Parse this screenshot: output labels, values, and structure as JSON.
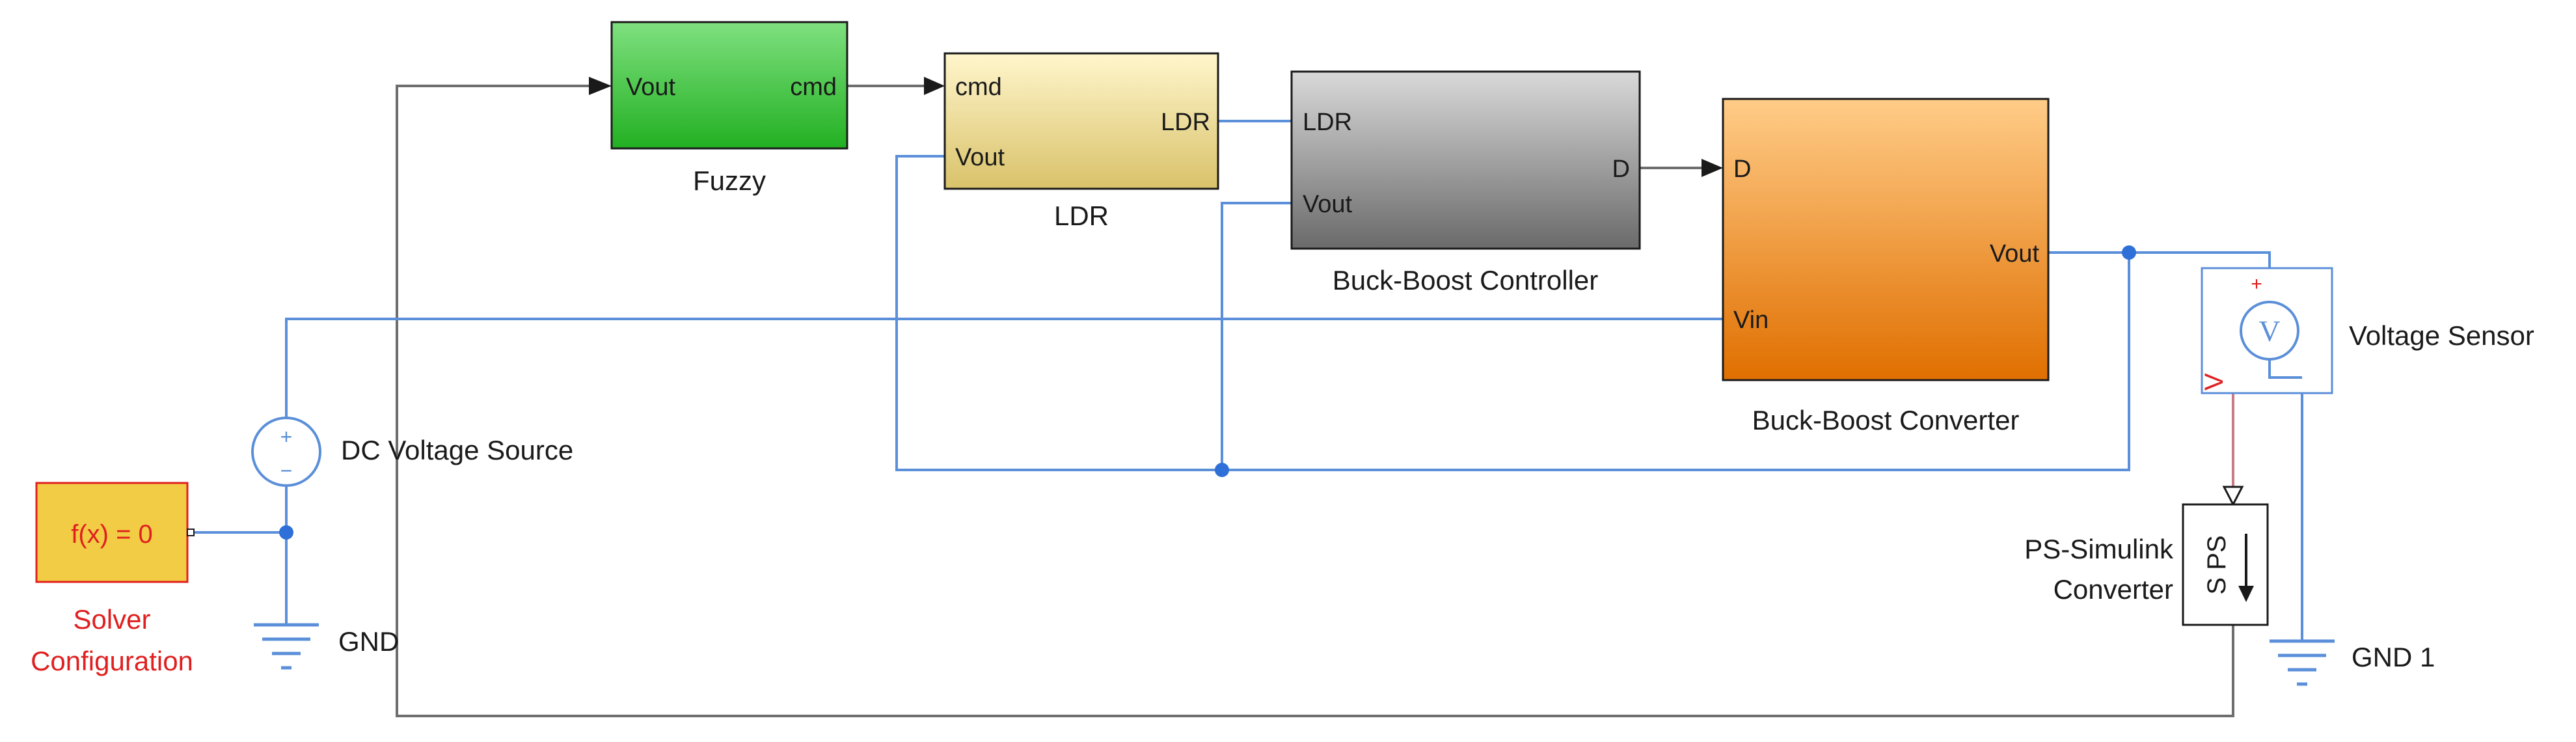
{
  "blocks": {
    "fuzzy": {
      "label": "Fuzzy",
      "in_port": "Vout",
      "out_port": "cmd"
    },
    "ldr": {
      "label": "LDR",
      "in_ports": [
        "cmd",
        "Vout"
      ],
      "out_port": "LDR"
    },
    "controller": {
      "label": "Buck-Boost Controller",
      "in_ports": [
        "LDR",
        "Vout"
      ],
      "out_port": "D"
    },
    "converter": {
      "label": "Buck-Boost Converter",
      "in_ports": [
        "D",
        "Vin"
      ],
      "out_port": "Vout"
    },
    "voltage_sensor": {
      "label": "Voltage Sensor",
      "glyph": "V",
      "port_v": "V"
    },
    "ps_simulink": {
      "label_line1": "PS-Simulink",
      "label_line2": "Converter",
      "glyph": "S PS"
    },
    "dc_source": {
      "label": "DC Voltage Source",
      "plus": "+",
      "minus": "−"
    },
    "solver": {
      "text": "f(x) = 0",
      "label_line1": "Solver",
      "label_line2": "Configuration"
    },
    "gnd": {
      "label": "GND"
    },
    "gnd1": {
      "label": "GND 1"
    }
  },
  "colors": {
    "fuzzy_fill_top": "#7fe07f",
    "fuzzy_fill_bottom": "#22b022",
    "ldr_fill_top": "#fff6cc",
    "ldr_fill_bottom": "#d9c26a",
    "controller_fill_top": "#d9d9d9",
    "controller_fill_bottom": "#6a6a6a",
    "converter_fill_top": "#ffcc88",
    "converter_fill_bottom": "#e06f00",
    "solver_fill": "#f2cc44",
    "solver_text": "#e02020",
    "wire_physical": "#5b8fd9",
    "wire_signal": "#6e6e6e"
  }
}
